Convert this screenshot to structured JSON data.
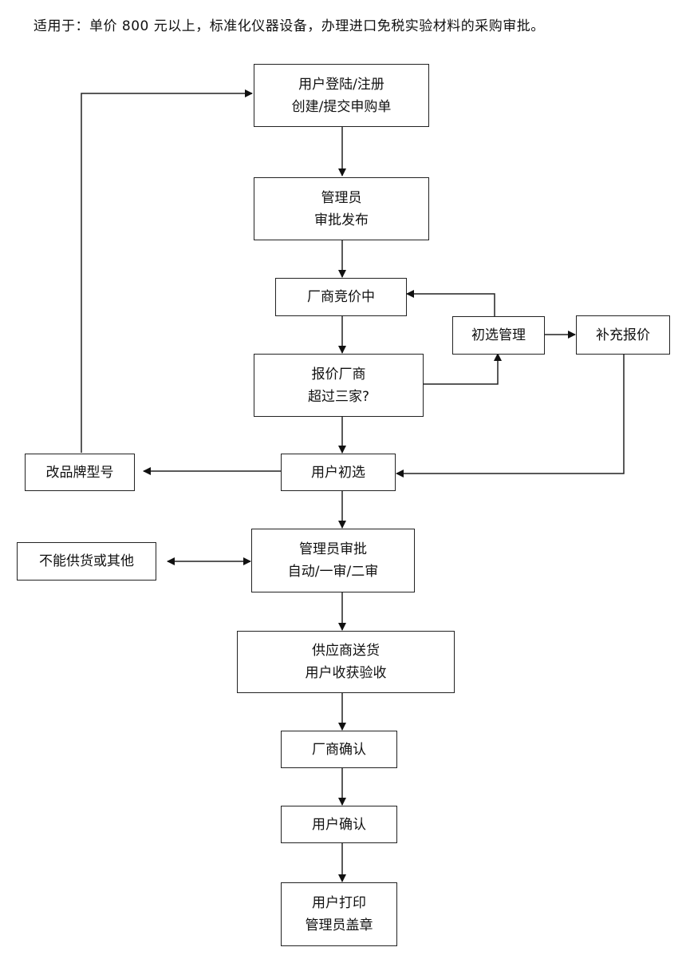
{
  "caption": "适用于：单价 800 元以上，标准化仪器设备，办理进口免税实验材料的采购审批。",
  "nodes": {
    "register": {
      "lines": [
        "用户登陆/注册",
        "创建/提交申购单"
      ]
    },
    "admin_publish": {
      "lines": [
        "管理员",
        "审批发布"
      ]
    },
    "bidding": {
      "lines": [
        "厂商竞价中"
      ]
    },
    "quote_check": {
      "lines": [
        "报价厂商",
        "超过三家?"
      ]
    },
    "prelim_manage": {
      "lines": [
        "初选管理"
      ]
    },
    "supplement_quote": {
      "lines": [
        "补充报价"
      ]
    },
    "user_prelim": {
      "lines": [
        "用户初选"
      ]
    },
    "change_brand": {
      "lines": [
        "改品牌型号"
      ]
    },
    "admin_approve": {
      "lines": [
        "管理员审批",
        "自动/一审/二审"
      ]
    },
    "cannot_supply": {
      "lines": [
        "不能供货或其他"
      ]
    },
    "delivery": {
      "lines": [
        "供应商送货",
        "用户收获验收"
      ]
    },
    "vendor_confirm": {
      "lines": [
        "厂商确认"
      ]
    },
    "user_confirm": {
      "lines": [
        "用户确认"
      ]
    },
    "print_stamp": {
      "lines": [
        "用户打印",
        "管理员盖章"
      ]
    }
  },
  "edges": [
    {
      "from": "register",
      "to": "admin_publish"
    },
    {
      "from": "admin_publish",
      "to": "bidding"
    },
    {
      "from": "bidding",
      "to": "quote_check"
    },
    {
      "from": "quote_check",
      "to": "prelim_manage"
    },
    {
      "from": "prelim_manage",
      "to": "bidding"
    },
    {
      "from": "prelim_manage",
      "to": "supplement_quote"
    },
    {
      "from": "supplement_quote",
      "to": "user_prelim"
    },
    {
      "from": "quote_check",
      "to": "user_prelim"
    },
    {
      "from": "user_prelim",
      "to": "change_brand"
    },
    {
      "from": "change_brand",
      "to": "register"
    },
    {
      "from": "user_prelim",
      "to": "admin_approve"
    },
    {
      "from": "admin_approve",
      "to": "cannot_supply",
      "bidirectional": true
    },
    {
      "from": "admin_approve",
      "to": "delivery"
    },
    {
      "from": "delivery",
      "to": "vendor_confirm"
    },
    {
      "from": "vendor_confirm",
      "to": "user_confirm"
    },
    {
      "from": "user_confirm",
      "to": "print_stamp"
    }
  ]
}
